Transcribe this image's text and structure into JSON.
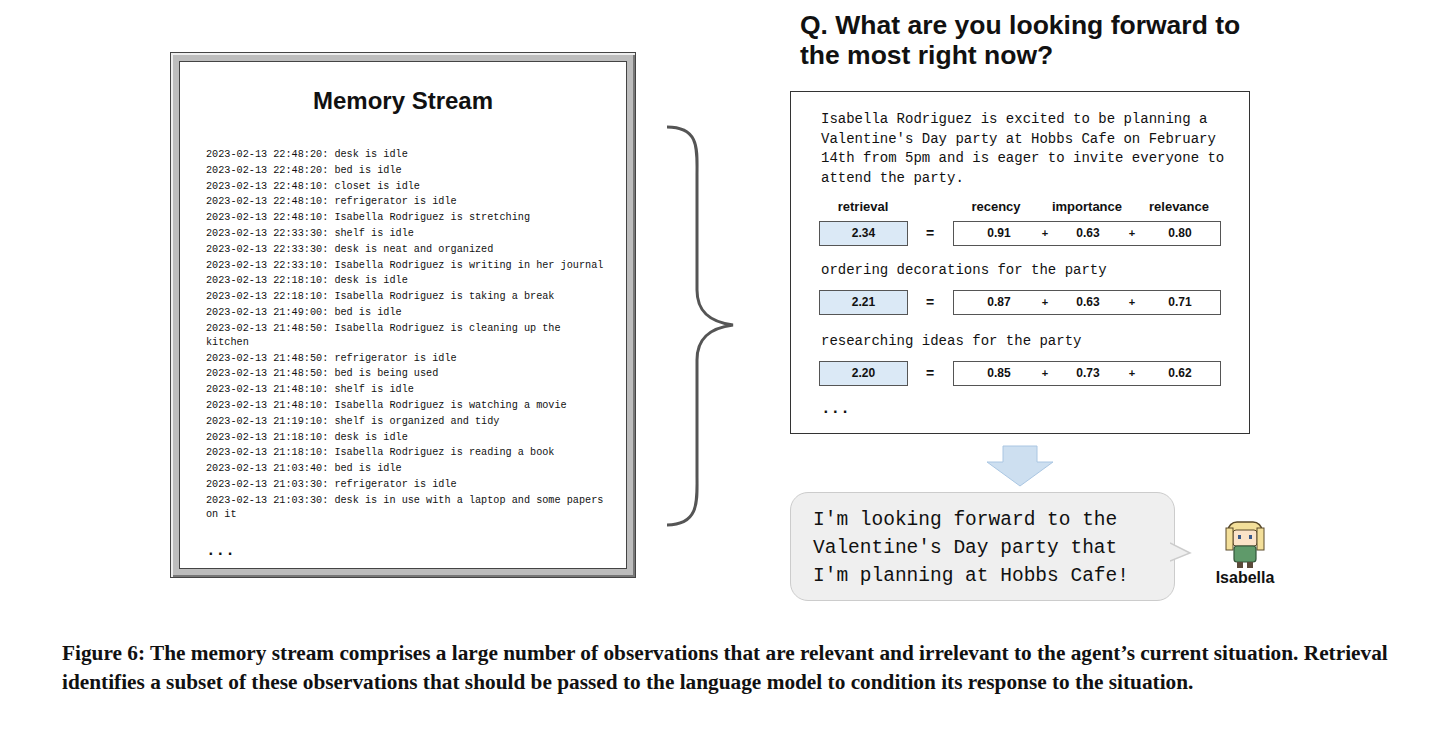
{
  "diagram": {
    "title": "Q. What are you looking forward to the most right now?",
    "caption": "Figure 6: The memory stream comprises a large number of observations that are relevant and irrelevant to the agent’s current situation. Retrieval identifies a subset of these observations that should be passed to the language model to condition its response to the situation.",
    "nodes": [
      {
        "text": [
          "Memory Stream",
          "2023-02-13 22:48:20: desk is idle",
          "2023-02-13 22:48:20: bed is idle",
          "2023-02-13 22:48:10: closet is idle",
          "2023-02-13 22:48:10: refrigerator is idle",
          "2023-02-13 22:48:10: Isabella Rodriguez is stretching",
          "2023-02-13 22:33:30: shelf is idle",
          "2023-02-13 22:33:30: desk is neat and organized",
          "2023-02-13 22:33:10: Isabella Rodriguez is writing in her journal",
          "2023-02-13 22:18:10: desk is idle",
          "2023-02-13 22:18:10: Isabella Rodriguez is taking a break",
          "2023-02-13 21:49:00: bed is idle",
          "2023-02-13 21:48:50: Isabella Rodriguez is cleaning up the kitchen",
          "2023-02-13 21:48:50: refrigerator is idle",
          "2023-02-13 21:48:50: bed is being used",
          "2023-02-13 21:48:10: shelf is idle",
          "2023-02-13 21:48:10: Isabella Rodriguez is watching a movie",
          "2023-02-13 21:19:10: shelf is organized and tidy",
          "2023-02-13 21:18:10: desk is idle",
          "2023-02-13 21:18:10: Isabella Rodriguez is reading a book",
          "2023-02-13 21:03:40: bed is idle",
          "2023-02-13 21:03:30: refrigerator is idle",
          "2023-02-13 21:03:30: desk is in use with a laptop and some papers on it",
          "..."
        ]
      },
      {
        "text": [
          "Isabella Rodriguez is excited to be planning a Valentine's Day party at Hobbs Cafe on February 14th from 5pm and is eager to invite everyone to attend the party.",
          "retrieval",
          "recency",
          "importance",
          "relevance",
          "=",
          "ordering decorations for the party",
          "=",
          "researching ideas for the party",
          "=",
          "..."
        ]
      },
      {
        "text": [
          "2.34"
        ],
        "in": 1
      },
      {
        "text": [
          "0.91",
          "+",
          "0.63",
          "+",
          "0.80"
        ],
        "in": 1
      },
      {
        "text": [
          "2.21"
        ],
        "in": 1
      },
      {
        "text": [
          "0.87",
          "+",
          "0.63",
          "+",
          "0.71"
        ],
        "in": 1
      },
      {
        "text": [
          "2.20"
        ],
        "in": 1
      },
      {
        "text": [
          "0.85",
          "+",
          "0.73",
          "+",
          "0.62"
        ],
        "in": 1
      },
      {
        "text": [
          "I'm looking forward to the Valentine's Day party that I'm planning at Hobbs Cafe!"
        ]
      }
    ],
    "edges": [
      {
        "from": 1,
        "to": 8,
        "arrow": "to"
      }
    ],
    "labels": [
      "Isabella"
    ]
  }
}
